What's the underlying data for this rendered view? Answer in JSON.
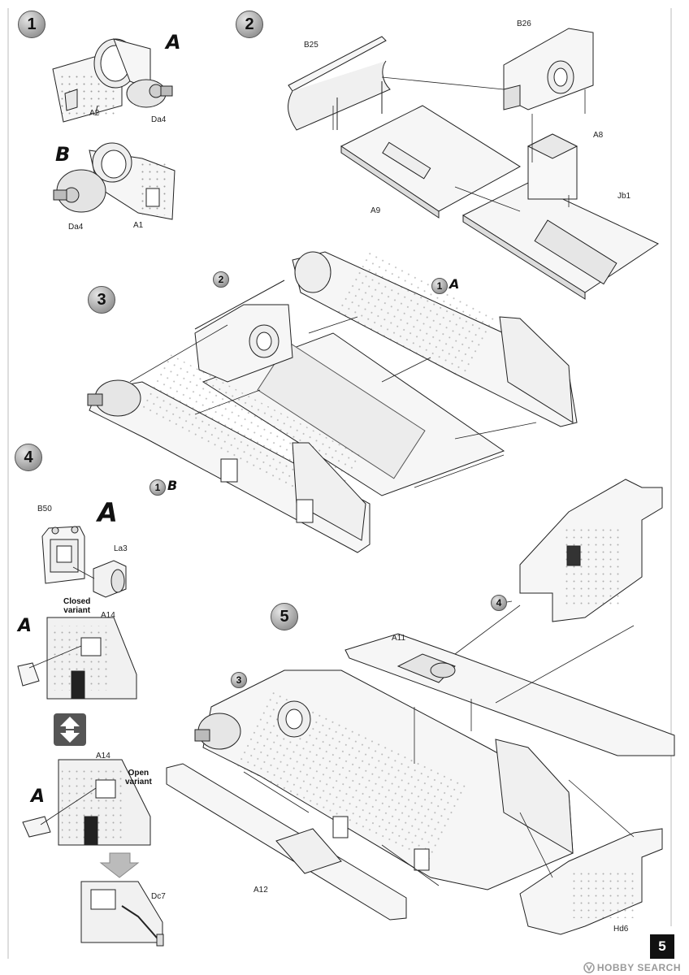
{
  "page": {
    "number": "5",
    "watermark": "HOBBY SEARCH"
  },
  "steps": [
    {
      "number": "1"
    },
    {
      "number": "2"
    },
    {
      "number": "3"
    },
    {
      "number": "4"
    },
    {
      "number": "5"
    }
  ],
  "step1": {
    "variant_a": "A",
    "variant_b": "B",
    "labels": {
      "a2": "A2",
      "da4_top": "Da4",
      "da4_bottom": "Da4",
      "a1": "A1"
    }
  },
  "step2": {
    "labels": {
      "b25": "B25",
      "b26": "B26",
      "a8": "A8",
      "jb1": "Jb1",
      "a9": "A9"
    }
  },
  "step3": {
    "sub_2": "2",
    "sub_1a_num": "1",
    "sub_1a_letter": "A",
    "sub_1b_num": "1",
    "sub_1b_letter": "B"
  },
  "step4": {
    "variant_a_big": "A",
    "labels": {
      "b50": "B50",
      "la3": "La3",
      "a14_closed": "A14",
      "a14_open": "A14",
      "dc7": "Dc7"
    },
    "closed_caption_line1": "Closed",
    "closed_caption_line2": "variant",
    "open_caption_line1": "Open",
    "open_caption_line2": "variant",
    "closed_a": "A",
    "open_a": "A",
    "swap_icon": "up-down-arrows-icon"
  },
  "step5": {
    "sub_3": "3",
    "sub_4": "4",
    "labels": {
      "a11": "A11",
      "a12": "A12",
      "hd6": "Hd6"
    }
  },
  "colors": {
    "ink": "#222222",
    "plastic": "#f4f4f4",
    "shade": "#d9d9d9",
    "badge": "#9a9a9a"
  }
}
